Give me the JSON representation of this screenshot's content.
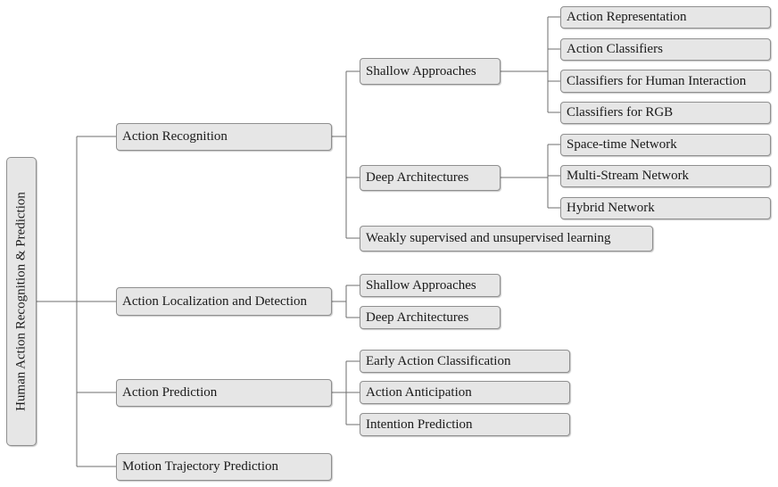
{
  "root": "Human Action Recognition & Prediction",
  "level1": {
    "recognition": "Action Recognition",
    "localization": "Action Localization and Detection",
    "prediction": "Action Prediction",
    "trajectory": "Motion Trajectory Prediction"
  },
  "recognition": {
    "shallow": "Shallow Approaches",
    "deep": "Deep Architectures",
    "weakly": "Weakly supervised and unsupervised learning",
    "shallow_children": [
      "Action Representation",
      "Action Classifiers",
      "Classifiers for Human Interaction",
      "Classifiers for RGB"
    ],
    "deep_children": [
      "Space-time Network",
      "Multi-Stream Network",
      "Hybrid Network"
    ]
  },
  "localization": {
    "shallow": "Shallow Approaches",
    "deep": "Deep Architectures"
  },
  "prediction": {
    "children": [
      "Early Action Classification",
      "Action Anticipation",
      "Intention Prediction"
    ]
  }
}
